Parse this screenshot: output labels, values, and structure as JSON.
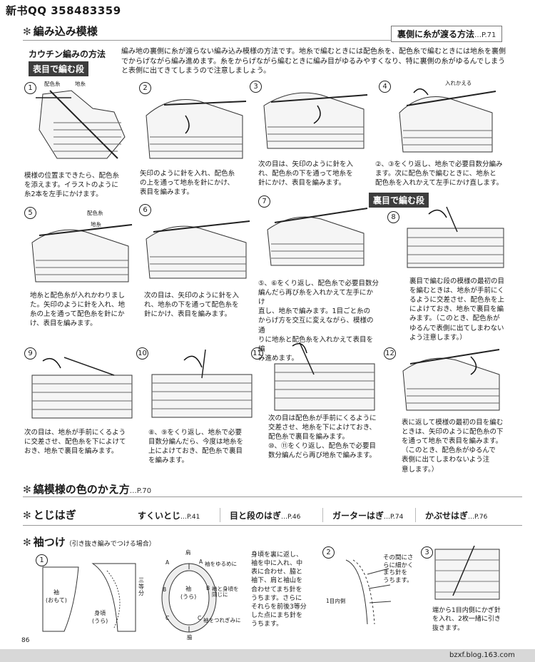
{
  "header": {
    "qq": "新书QQ 358483359"
  },
  "section1": {
    "title": "編み込み模様",
    "ref_label": "裏側に糸が渡る方法",
    "ref_page": "…P.71",
    "subtitle": "カウチン編みの方法",
    "intro": [
      "編み地の裏側に糸が渡らない編み込み模様の方法です。地糸で編むときには配色糸を、配色糸で編むときには地糸を裏側",
      "でからげながら編み進めます。糸をからげながら編むときに編み目がゆるみやすくなり、特に裏側の糸がゆるんでしまう",
      "と表側に出てきてしまうので注意しましょう。"
    ],
    "knit_side_label": "表目で編む段",
    "purl_side_label": "裏目で編む段",
    "labels": {
      "haishoku": "配色糸",
      "ji": "地糸",
      "irekaeru": "入れかえる"
    },
    "steps": [
      {
        "n": "1",
        "lines": [
          "模様の位置まできたら、配色糸",
          "を添えます。イラストのように",
          "糸2本を左手にかけます。"
        ]
      },
      {
        "n": "2",
        "lines": [
          "矢印のように針を入れ、配色糸",
          "の上を通って地糸を針にかけ、",
          "表目を編みます。"
        ]
      },
      {
        "n": "3",
        "lines": [
          "次の目は、矢印のように針を入",
          "れ、配色糸の下を通って地糸を",
          "針にかけ、表目を編みます。"
        ]
      },
      {
        "n": "4",
        "lines": [
          "②、③をくり返し、地糸で必要目数分編み",
          "ます。次に配色糸で編むときに、地糸と",
          "配色糸を入れかえて左手にかけ直します。"
        ]
      },
      {
        "n": "5",
        "lines": [
          "地糸と配色糸が入れかわりまし",
          "た。矢印のように針を入れ、地",
          "糸の上を通って配色糸を針にか",
          "け、表目を編みます。"
        ]
      },
      {
        "n": "6",
        "lines": [
          "次の目は、矢印のように針を入",
          "れ、地糸の下を通って配色糸を",
          "針にかけ、表目を編みます。"
        ]
      },
      {
        "n": "7",
        "lines": [
          "⑤、⑥をくり返し、配色糸で必要目数分",
          "編んだら再び糸を入れかえて左手にかけ",
          "直し、地糸で編みます。1目ごと糸の",
          "からげ方を交互に変えながら、模様の通",
          "りに地糸と配色糸を入れかえて表目を編",
          "み進めます。"
        ]
      },
      {
        "n": "8",
        "lines": [
          "裏目で編む段の模様の最初の目",
          "を編むときは、地糸が手前にく",
          "るように交差させ、配色糸を上",
          "によけておき、地糸で裏目を編",
          "みます。（このとき、配色糸が",
          "ゆるんで表側に出てしまわない",
          "よう注意します。）"
        ]
      },
      {
        "n": "9",
        "lines": [
          "次の目は、地糸が手前にくるよう",
          "に交差させ、配色糸を下によけて",
          "おき、地糸で裏目を編みます。"
        ]
      },
      {
        "n": "10",
        "lines": [
          "⑧、⑨をくり返し、地糸で必要",
          "目数分編んだら、今度は地糸を",
          "上によけておき、配色糸で裏目",
          "を編みます。"
        ]
      },
      {
        "n": "11",
        "lines": [
          "次の目は配色糸が手前にくるように",
          "交差させ、地糸を下によけておき、",
          "配色糸で裏目を編みます。",
          "⑩、⑪をくり返し、配色糸で必要目",
          "数分編んだら再び地糸で編みます。"
        ]
      },
      {
        "n": "12",
        "lines": [
          "表に返して模様の最初の目を編む",
          "ときは、矢印のように配色糸の下",
          "を通って地糸で表目を編みます。",
          "（このとき、配色糸がゆるんで",
          "表側に出てしまわないよう注",
          "意します。）"
        ]
      }
    ]
  },
  "section2": {
    "title": "縞模様の色のかえ方",
    "page": "…P.70"
  },
  "section3": {
    "title": "とじはぎ",
    "items": [
      {
        "label": "すくいとじ",
        "page": "…P.41"
      },
      {
        "label": "目と段のはぎ",
        "page": "…P.46"
      },
      {
        "label": "ガーターはぎ",
        "page": "…P.74"
      },
      {
        "label": "かぶせはぎ",
        "page": "…P.76"
      }
    ]
  },
  "section4": {
    "title": "袖つけ",
    "subtitle": "（引き抜き編みでつける場合）",
    "fig1": {
      "n": "1",
      "sode_omote": [
        "袖",
        "(おもて)"
      ],
      "migoro_ura": [
        "身頃",
        "(うら)"
      ],
      "sode_ura": [
        "袖",
        "(うら)"
      ],
      "sanbun": [
        "三",
        "等",
        "分"
      ],
      "kata": "肩",
      "waki": "脇",
      "A": "A",
      "B": "B",
      "C": "C",
      "a_note": "袖をゆるめに",
      "b_note": [
        "袖と身頃を",
        "同じに"
      ],
      "c_note": "袖をつれぎみに"
    },
    "step1_text": [
      "身頃を裏に返し、",
      "袖を中に入れ、中",
      "表に合わせ、脇と",
      "袖下、肩と袖山を",
      "合わせてまち針を",
      "うちます。さらに",
      "それらを前後3等分",
      "した点にまち針を",
      "うちます。"
    ],
    "fig2": {
      "n": "2",
      "label": "1目内側",
      "side_note": [
        "その間にさ",
        "らに細かく",
        "まち針を",
        "うちます。"
      ]
    },
    "fig3": {
      "n": "3",
      "lines": [
        "端から1目内側にかぎ針",
        "を入れ、2枚一緒に引き",
        "抜きます。"
      ]
    }
  },
  "footer": {
    "page_no": "86",
    "watermark": "bzxf.blog.163.com"
  }
}
